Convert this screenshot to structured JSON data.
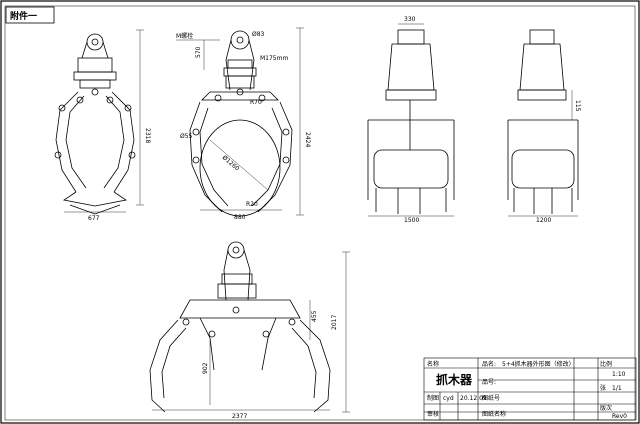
{
  "sheet": {
    "tag": "附件一"
  },
  "views": {
    "front": {
      "dim_height": "2318",
      "dim_width": "677"
    },
    "side": {
      "dim_height": "2424",
      "dim_r": "R70",
      "dim_r2": "R20",
      "dim_dia": "Ø1260",
      "dim_pin": "Ø55",
      "dim_top": "Ø83",
      "dim_side": "570",
      "dim_bolt": "M螺栓",
      "dim_bolt_mm": "M175mm",
      "dim_width": "880"
    },
    "top_a": {
      "dim_width": "1500",
      "dim_top": "330"
    },
    "top_b": {
      "dim_width": "1200",
      "dim_side": "115"
    },
    "open": {
      "dim_height": "2017",
      "dim_inner": "902",
      "dim_mid": "455",
      "dim_width": "2377"
    }
  },
  "title_block": {
    "row1_label": "名称",
    "product_name": "抓木器",
    "pin_label": "品名:",
    "pin_value": "5+4抓木器外形图（修改）",
    "pinhao_label": "品号:",
    "tuzhi_label": "图纸号",
    "tuming_label": "图纸名称",
    "zhitu_label": "制图",
    "zhitu_name": "cyd",
    "zhitu_date": "20.12.09",
    "shenhe_label": "审核",
    "scale_label": "比例",
    "scale_value": "1:10",
    "sheet_label": "张",
    "sheet_value": "1/1",
    "rev_label": "版次",
    "rev_value": "Rev0"
  }
}
